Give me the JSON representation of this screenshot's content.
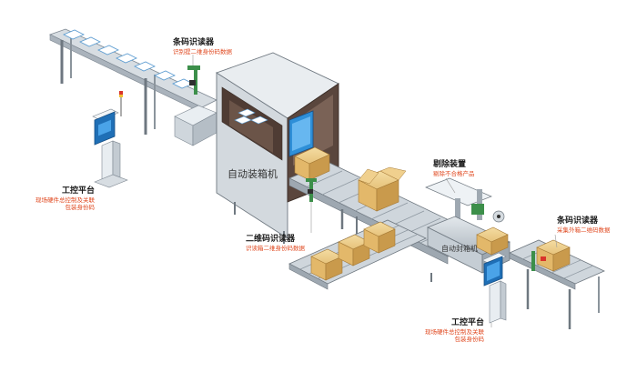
{
  "labels": {
    "barcode_reader_top": {
      "title": "条码识读器",
      "desc": "识别提二维身份码数据"
    },
    "control_left": {
      "title": "工控平台",
      "desc1": "现场硬件总控制及关联",
      "desc2": "包装身份码"
    },
    "packing_machine": {
      "title": "自动装箱机"
    },
    "qr_reader": {
      "title": "二维码识读器",
      "desc": "识读箱二维身份码数据"
    },
    "reject_device": {
      "title": "剔除装置",
      "desc": "剔除不合格产品"
    },
    "sealing_machine": {
      "title": "自动封箱机"
    },
    "barcode_reader_right": {
      "title": "条码识读器",
      "desc": "采集外箱二维码数据"
    },
    "control_bottom": {
      "title": "工控平台",
      "desc1": "现场硬件总控制及关联",
      "desc2": "包装身份码"
    }
  },
  "colors": {
    "machine_gray": "#c9cfd6",
    "machine_dark": "#4d3a33",
    "conveyor": "#b9c2cb",
    "box": "#e8c885",
    "screen_blue": "#2e8fd8",
    "label_red": "#e0481f"
  }
}
